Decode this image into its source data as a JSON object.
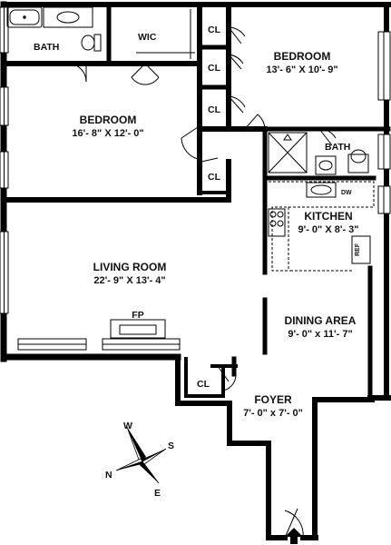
{
  "rooms": {
    "bath_1": {
      "name": "BATH"
    },
    "wic": {
      "name": "WIC"
    },
    "bedroom_1": {
      "name": "BEDROOM",
      "dims": "16'- 8\" X 12'- 0\""
    },
    "bedroom_2": {
      "name": "BEDROOM",
      "dims": "13'- 6\" X 10'- 9\""
    },
    "bath_2": {
      "name": "BATH"
    },
    "kitchen": {
      "name": "KITCHEN",
      "dims": "9'- 0\" X 8'- 3\""
    },
    "living_room": {
      "name": "LIVING ROOM",
      "dims": "22'- 9\" X 13'- 4\""
    },
    "dining_area": {
      "name": "DINING AREA",
      "dims": "9'- 0\" x 11'- 7\""
    },
    "foyer": {
      "name": "FOYER",
      "dims": "7'- 0\" x 7'- 0\""
    }
  },
  "closets": {
    "cl_1": "CL",
    "cl_2": "CL",
    "cl_3": "CL",
    "cl_4": "CL",
    "cl_5": "CL"
  },
  "fixtures": {
    "fireplace": "FP",
    "dishwasher": "DW",
    "refrigerator": "REF"
  },
  "compass": {
    "north": "N",
    "south": "S",
    "east": "E",
    "west": "W"
  },
  "entrance": {
    "arrow": "entrance-arrow-icon"
  }
}
